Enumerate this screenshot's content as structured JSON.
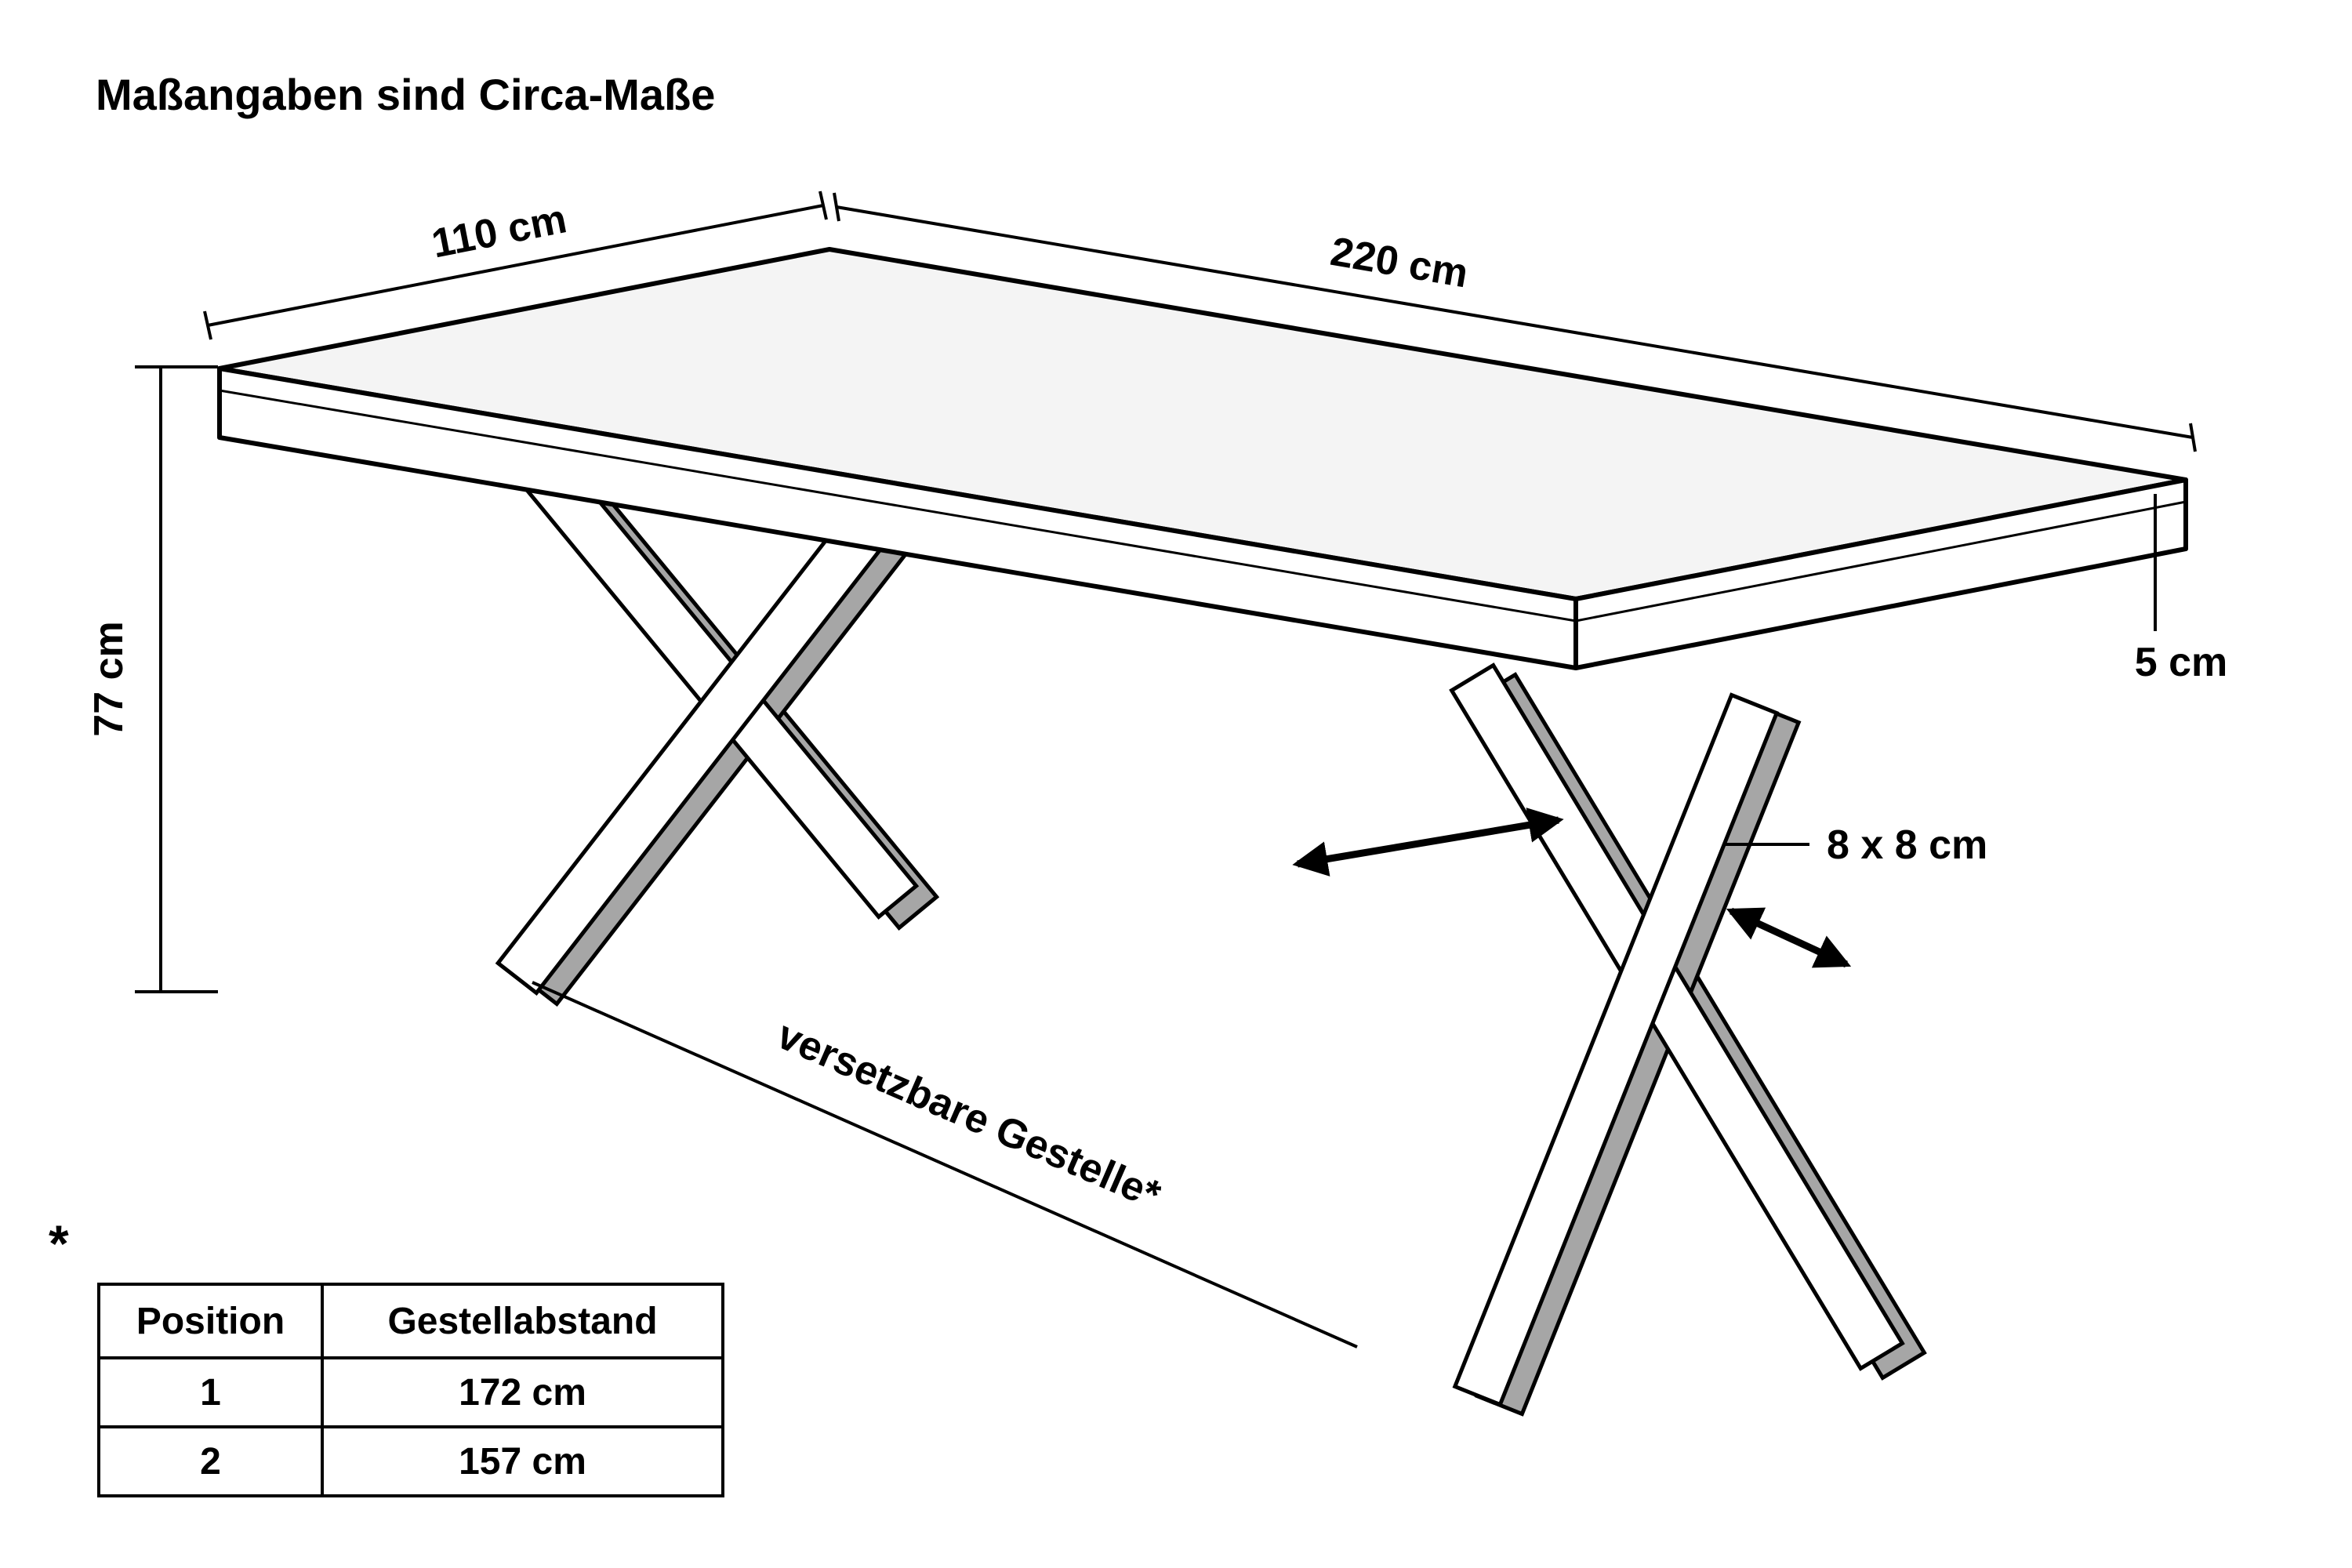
{
  "title": "Maßangaben sind Circa-Maße",
  "diagram": {
    "labels": {
      "top_width": "110 cm",
      "top_length": "220 cm",
      "height": "77 cm",
      "top_thickness": "5 cm",
      "leg_profile": "8 x 8 cm",
      "movable_frames_note": "versetzbare Gestelle*"
    },
    "colors": {
      "line": "#000000",
      "top_surface": "#f4f4f4",
      "face": "#ffffff",
      "side_shade": "#a6a6a6"
    }
  },
  "footnote": {
    "marker": "*"
  },
  "positions_table": {
    "headers": [
      "Position",
      "Gestellabstand"
    ],
    "rows": [
      {
        "position": "1",
        "distance": "172 cm"
      },
      {
        "position": "2",
        "distance": "157 cm"
      }
    ]
  }
}
